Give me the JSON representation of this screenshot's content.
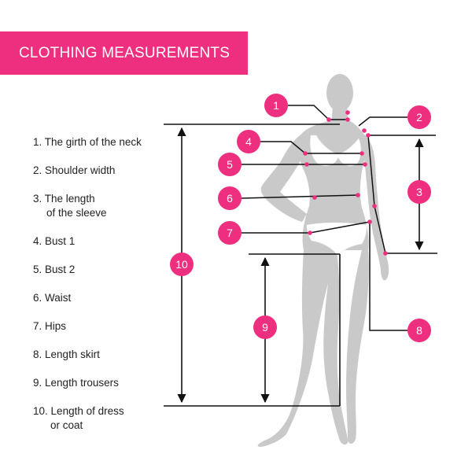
{
  "banner": {
    "title": "CLOTHING MEASUREMENTS"
  },
  "legend": [
    {
      "number": "1.",
      "text": "The girth of the neck",
      "cont": ""
    },
    {
      "number": "2.",
      "text": "Shoulder width",
      "cont": ""
    },
    {
      "number": "3.",
      "text": "The length",
      "cont": "of the sleeve"
    },
    {
      "number": "4.",
      "text": "Bust 1",
      "cont": ""
    },
    {
      "number": "5.",
      "text": "Bust 2",
      "cont": ""
    },
    {
      "number": "6.",
      "text": "Waist",
      "cont": ""
    },
    {
      "number": "7.",
      "text": "Hips",
      "cont": ""
    },
    {
      "number": "8.",
      "text": "Length skirt",
      "cont": ""
    },
    {
      "number": "9.",
      "text": "Length trousers",
      "cont": ""
    },
    {
      "number": "10.",
      "text": "Length of dress",
      "cont": "or coat"
    }
  ],
  "badges": [
    "1",
    "2",
    "3",
    "4",
    "5",
    "6",
    "7",
    "8",
    "9",
    "10"
  ],
  "colors": {
    "accent": "#ee2e7e",
    "figure": "#c9c9c9",
    "line": "#111111",
    "text": "#222222"
  }
}
